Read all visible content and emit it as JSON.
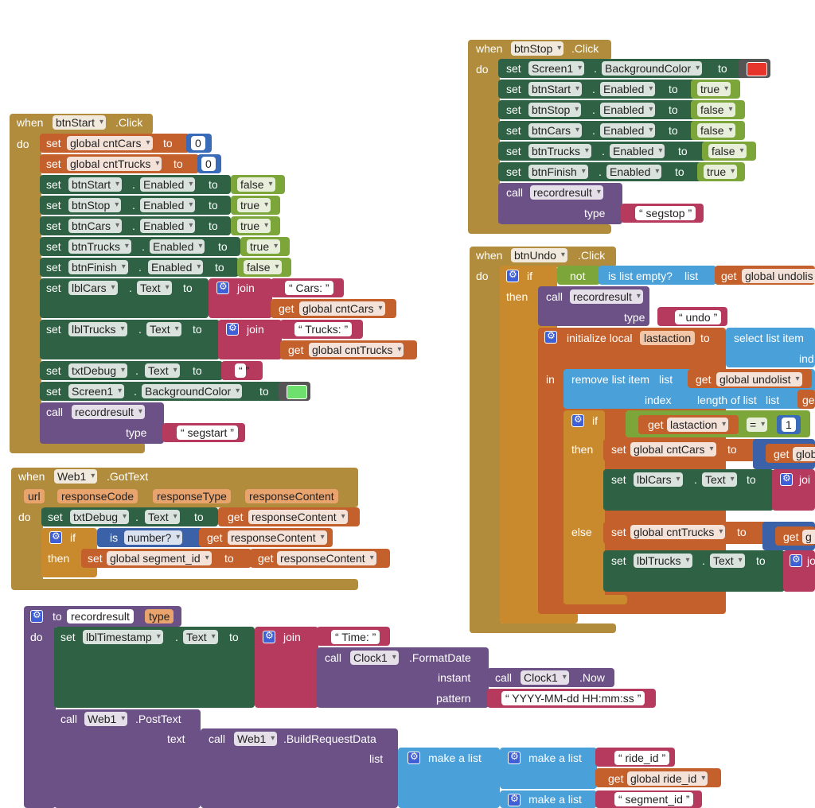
{
  "kw": {
    "when": "when",
    "do": "do",
    "set": "set",
    "to": "to",
    "call": "call",
    "get": "get",
    "if": "if",
    "then": "then",
    "else": "else",
    "in": "in",
    "dot": ".",
    "join": "join",
    "type": "type",
    "url": "url",
    "list": "list",
    "index": "index",
    "not": "not"
  },
  "start": {
    "comp": "btnStart",
    "ev": ".Click",
    "v1": "global cntCars",
    "n1": "0",
    "v2": "global cntTrucks",
    "n2": "0",
    "rows": [
      {
        "c": "btnStart",
        "p": "Enabled",
        "v": "false"
      },
      {
        "c": "btnStop",
        "p": "Enabled",
        "v": "true"
      },
      {
        "c": "btnCars",
        "p": "Enabled",
        "v": "true"
      },
      {
        "c": "btnTrucks",
        "p": "Enabled",
        "v": "true"
      },
      {
        "c": "btnFinish",
        "p": "Enabled",
        "v": "false"
      }
    ],
    "lblCars": "lblCars",
    "text": "Text",
    "carsStr": "Cars: ",
    "cntCars": "global cntCars",
    "lblTrucks": "lblTrucks",
    "trucksStr": "Trucks: ",
    "cntTrucks": "global cntTrucks",
    "txtDebug": "txtDebug",
    "screen": "Screen1",
    "bg": "BackgroundColor",
    "color": "#6ee06e",
    "proc": "recordresult",
    "typeVal": "segstart"
  },
  "stop": {
    "comp": "btnStop",
    "ev": ".Click",
    "screen": "Screen1",
    "bg": "BackgroundColor",
    "color": "#e8352c",
    "rows": [
      {
        "c": "btnStart",
        "p": "Enabled",
        "v": "true"
      },
      {
        "c": "btnStop",
        "p": "Enabled",
        "v": "false"
      },
      {
        "c": "btnCars",
        "p": "Enabled",
        "v": "false"
      },
      {
        "c": "btnTrucks",
        "p": "Enabled",
        "v": "false"
      },
      {
        "c": "btnFinish",
        "p": "Enabled",
        "v": "true"
      }
    ],
    "proc": "recordresult",
    "typeVal": "segstop"
  },
  "web": {
    "comp": "Web1",
    "ev": ".GotText",
    "p1": "responseCode",
    "p2": "responseType",
    "p3": "responseContent",
    "txtDebug": "txtDebug",
    "text": "Text",
    "rc": "responseContent",
    "isnum": "is",
    "numq": "number?",
    "seg": "global segment_id"
  },
  "undo": {
    "comp": "btnUndo",
    "ev": ".Click",
    "isEmpty": "is list empty?",
    "undolist": "global undolis",
    "proc": "recordresult",
    "typeVal": "undo",
    "initLocal": "initialize local",
    "lastaction": "lastaction",
    "selectItem": "select list item",
    "ind": "ind",
    "removeItem": "remove list item",
    "undolist2": "global undolist",
    "lengthOf": "length of list",
    "ge": "ge",
    "eq": "=",
    "one": "1",
    "cntCars": "global cntCars",
    "glob": "glob",
    "lblCars": "lblCars",
    "text": "Text",
    "joi": "joi",
    "cntTrucks": "global cntTrucks",
    "g": "g",
    "lblTrucks": "lblTrucks",
    "j": "jo"
  },
  "rec": {
    "toKw": "to",
    "name": "recordresult",
    "param": "type",
    "lbl": "lblTimestamp",
    "text": "Text",
    "timeStr": "Time: ",
    "clock": "Clock1",
    "fmt": ".FormatDate",
    "instant": "instant",
    "now": ".Now",
    "pattern": "pattern",
    "patVal": "YYYY-MM-dd HH:mm:ss",
    "web": "Web1",
    "post": ".PostText",
    "textKw": "text",
    "build": ".BuildRequestData",
    "listKw": "list",
    "makeList": "make a list",
    "rideId": "ride_id",
    "globalRide": "global ride_id",
    "segId": "segment_id"
  }
}
